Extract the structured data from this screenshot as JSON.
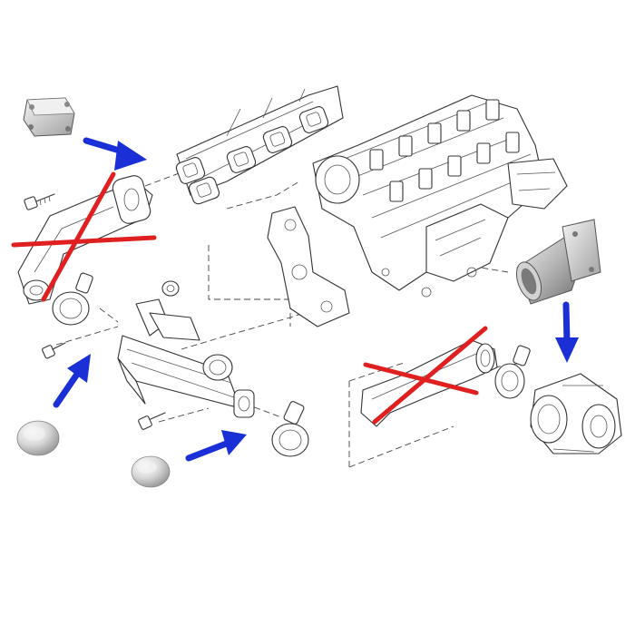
{
  "colors": {
    "background": "#ffffff",
    "line_art": "#333333",
    "remove_mark": "#e02020",
    "direction_arrow": "#1a2fd6",
    "metal_light": "#e6e6e6",
    "metal_dark": "#8c8c8c"
  },
  "parts": {
    "removed": [
      "egr-pipe-upper",
      "egr-pipe-lower"
    ],
    "added": [
      "blanking-plate",
      "blanking-cap-left",
      "blanking-cap-bottom",
      "pipe-sleeve"
    ]
  },
  "marks": {
    "red_cross_count": 2,
    "blue_arrow_count": 4
  }
}
